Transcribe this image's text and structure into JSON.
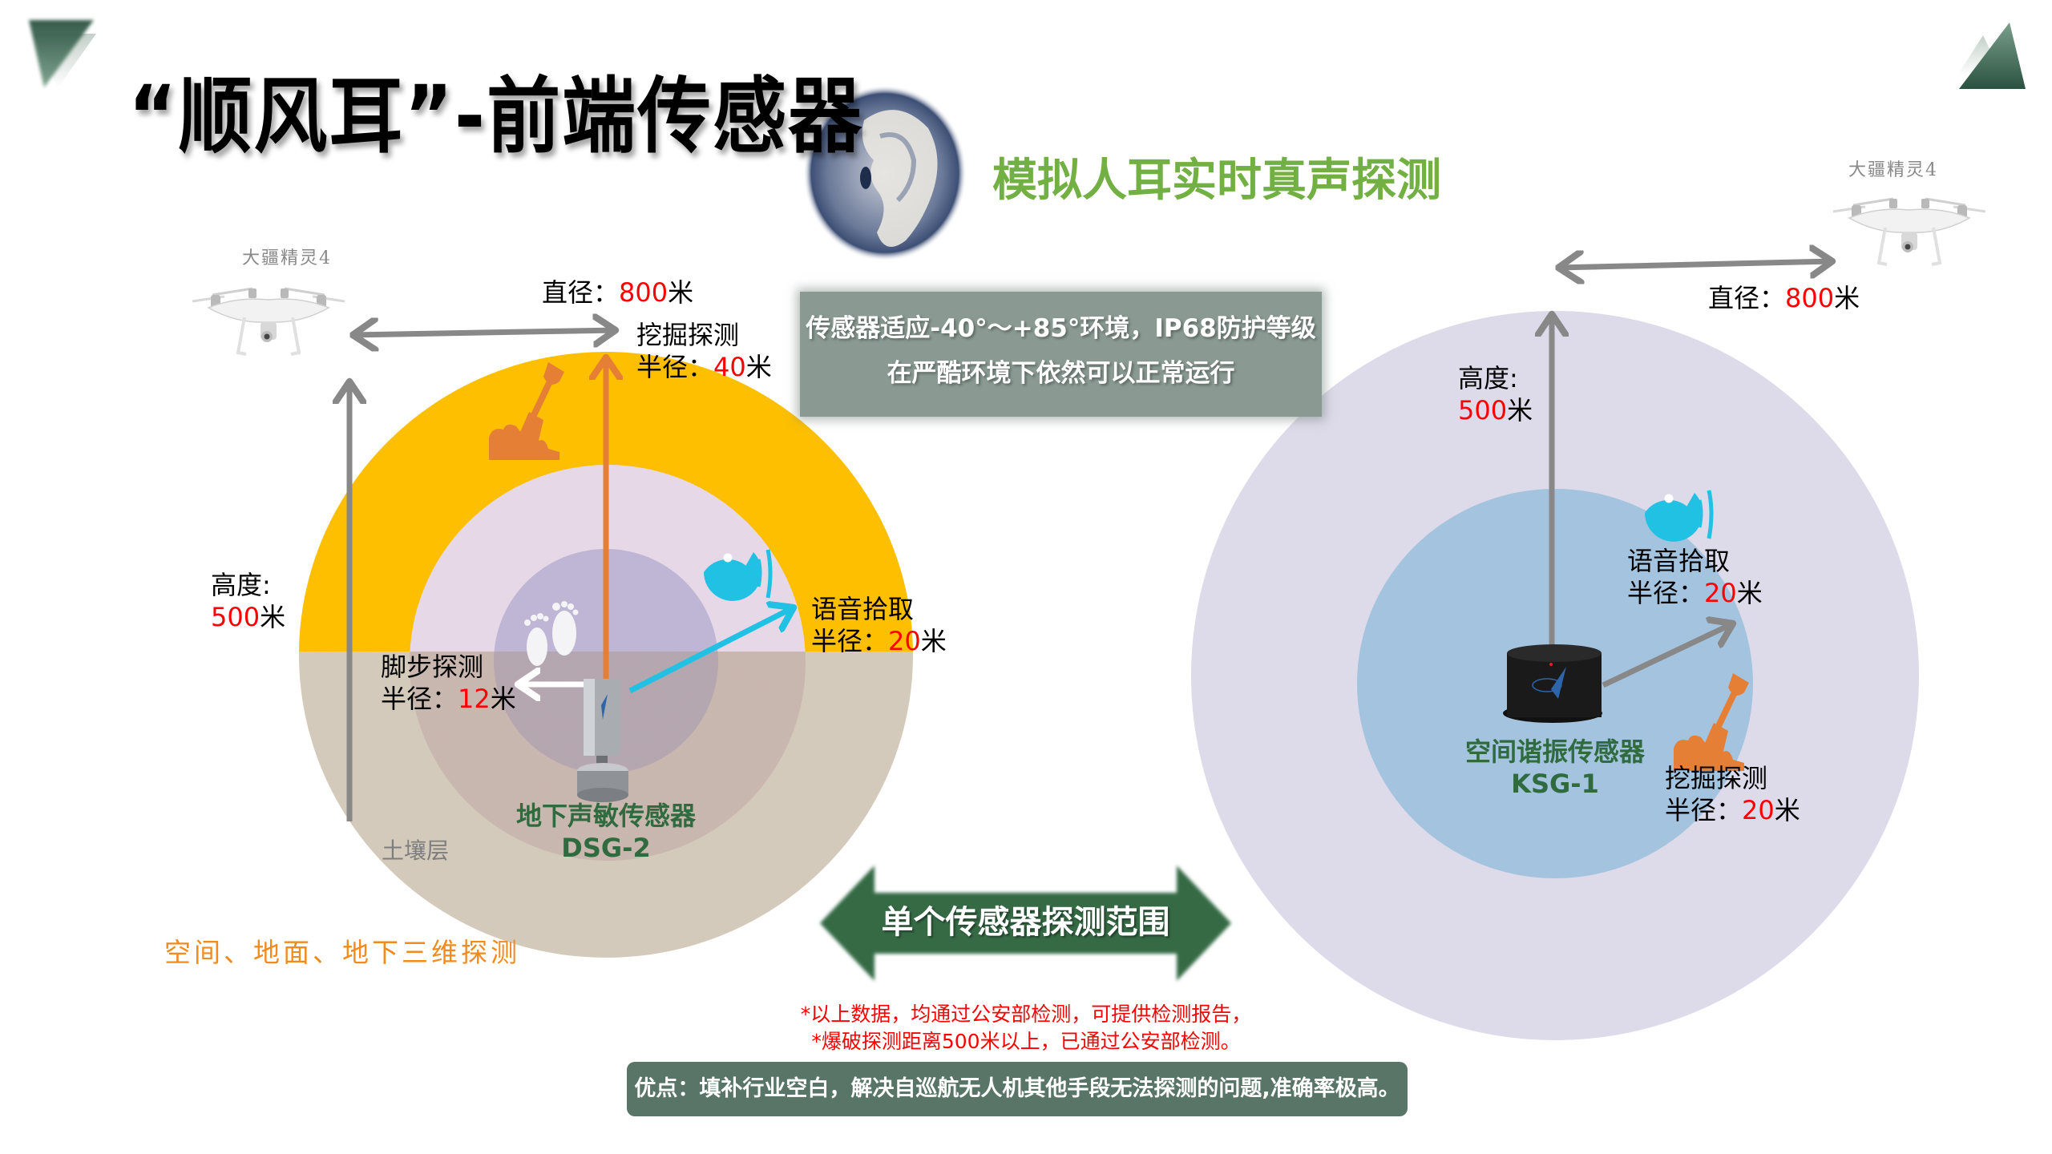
{
  "header": {
    "title": "“顺风耳”-前端传感器",
    "subtitle": "模拟人耳实时真声探测"
  },
  "info_box": {
    "line1": "传感器适应-40°～+85°环境，IP68防护等级",
    "line2": "在严酷环境下依然可以正常运行"
  },
  "left_diagram": {
    "drone_label": "大疆精灵4",
    "diameter": {
      "label": "直径：",
      "value": "800",
      "unit": "米"
    },
    "height": {
      "label": "高度:",
      "value": "500",
      "unit": "米"
    },
    "dig": {
      "label": "挖掘探测",
      "radius_label": "半径：",
      "value": "40",
      "unit": "米"
    },
    "voice": {
      "label": "语音拾取",
      "radius_label": "半径：",
      "value": "20",
      "unit": "米"
    },
    "footstep": {
      "label": "脚步探测",
      "radius_label": "半径：",
      "value": "12",
      "unit": "米"
    },
    "soil_label": "土壤层",
    "sensor_name": "地下声敏传感器",
    "sensor_model": "DSG-2",
    "tagline": "空间、地面、地下三维探测"
  },
  "right_diagram": {
    "drone_label": "大疆精灵4",
    "diameter": {
      "label": "直径：",
      "value": "800",
      "unit": "米"
    },
    "height": {
      "label": "高度:",
      "value": "500",
      "unit": "米"
    },
    "voice": {
      "label": "语音拾取",
      "radius_label": "半径：",
      "value": "20",
      "unit": "米"
    },
    "dig": {
      "label": "挖掘探测",
      "radius_label": "半径：",
      "value": "20",
      "unit": "米"
    },
    "sensor_name": "空间谐振传感器",
    "sensor_model": "KSG-1"
  },
  "center_arrow": {
    "label": "单个传感器探测范围"
  },
  "notes": {
    "line1": "*以上数据，均通过公安部检测，可提供检测报告，",
    "line2": "*爆破探测距离500米以上，已通过公安部检测。"
  },
  "bottom_bar": {
    "text": "优点：填补行业空白，解决自巡航无人机其他手段无法探测的问题,准确率极高。"
  },
  "colors": {
    "brand_green": "#2f6b3e",
    "subtitle_green": "#72b043",
    "outer_ring_yellow": "#fdbf00",
    "middle_ring_pink": "#e7d8e8",
    "inner_ring_lavender": "#beb6d4",
    "soil": "#d6cdbd",
    "right_outer": "#dddae9",
    "right_inner": "#a3c3de",
    "voice_cyan": "#21c1e3",
    "dig_orange": "#e57f36",
    "value_red": "#ff0000",
    "arrow_gray": "#888888"
  }
}
